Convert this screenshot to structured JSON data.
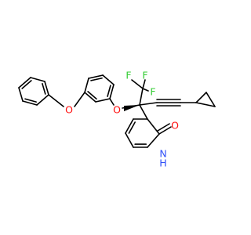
{
  "structure": {
    "colors": {
      "carbon": "#000000",
      "oxygen": "#ff0d0d",
      "nitrogen": "#3050f8",
      "fluorine": "#33cc33"
    },
    "atoms": [
      {
        "id": "F1",
        "text": "F",
        "element": "fluorine"
      },
      {
        "id": "F2",
        "text": "F",
        "element": "fluorine"
      },
      {
        "id": "F3",
        "text": "F",
        "element": "fluorine"
      },
      {
        "id": "O1",
        "text": "O",
        "element": "oxygen"
      },
      {
        "id": "O2",
        "text": "O",
        "element": "oxygen"
      },
      {
        "id": "O3",
        "text": "O",
        "element": "oxygen"
      },
      {
        "id": "N1",
        "text": "N",
        "element": "nitrogen"
      },
      {
        "id": "H1",
        "text": "H",
        "element": "nitrogen"
      }
    ]
  }
}
